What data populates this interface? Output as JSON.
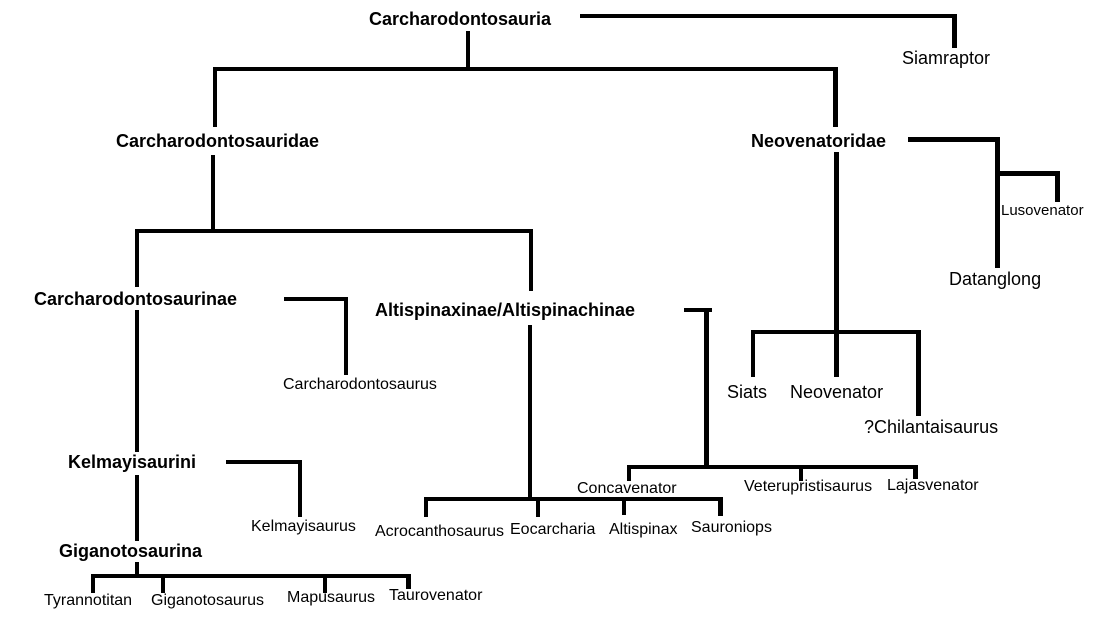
{
  "diagram": {
    "type": "cladogram",
    "subject": "Carcharodontosauria phylogenetic tree",
    "background_color": "#ffffff",
    "line_color": "#000000",
    "text_color": "#000000"
  },
  "labels": {
    "carcharodontosauria": "Carcharodontosauria",
    "siamraptor": "Siamraptor",
    "carcharodontosauridae": "Carcharodontosauridae",
    "neovenatoridae": "Neovenatoridae",
    "lusovenator": "Lusovenator",
    "datanglong": "Datanglong",
    "carcharodontosaurinae": "Carcharodontosaurinae",
    "altispinaxinae": "Altispinaxinae/Altispinachinae",
    "carcharodontosaurus": "Carcharodontosaurus",
    "siats": "Siats",
    "neovenator": "Neovenator",
    "chilantaisaurus": "?Chilantaisaurus",
    "kelmayisaurini": "Kelmayisaurini",
    "kelmayisaurus": "Kelmayisaurus",
    "concavenator": "Concavenator",
    "veterupristisaurus": "Veterupristisaurus",
    "lajasvenator": "Lajasvenator",
    "giganotosaurina": "Giganotosaurina",
    "acrocanthosaurus": "Acrocanthosaurus",
    "eocarcharia": "Eocarcharia",
    "altispinax": "Altispinax",
    "sauroniops": "Sauroniops",
    "tyrannotitan": "Tyrannotitan",
    "giganotosaurus": "Giganotosaurus",
    "mapusaurus": "Mapusaurus",
    "taurovenator": "Taurovenator"
  },
  "tree": {
    "name": "Carcharodontosauria",
    "children": [
      {
        "name": "Siamraptor"
      },
      {
        "name": "",
        "children": [
          {
            "name": "Carcharodontosauridae",
            "children": [
              {
                "name": "Carcharodontosaurinae",
                "children": [
                  {
                    "name": "Carcharodontosaurus"
                  },
                  {
                    "name": "Kelmayisaurini",
                    "children": [
                      {
                        "name": "Kelmayisaurus"
                      },
                      {
                        "name": "Giganotosaurina",
                        "children": [
                          {
                            "name": "Tyrannotitan"
                          },
                          {
                            "name": "Giganotosaurus"
                          },
                          {
                            "name": "Mapusaurus"
                          },
                          {
                            "name": "Taurovenator"
                          }
                        ]
                      }
                    ]
                  }
                ]
              },
              {
                "name": "Altispinaxinae/Altispinachinae",
                "children": [
                  {
                    "name": "",
                    "children": [
                      {
                        "name": "Acrocanthosaurus"
                      },
                      {
                        "name": "Eocarcharia"
                      },
                      {
                        "name": "Altispinax"
                      },
                      {
                        "name": "Sauroniops"
                      }
                    ]
                  },
                  {
                    "name": "",
                    "children": [
                      {
                        "name": "Concavenator"
                      },
                      {
                        "name": "Veterupristisaurus"
                      },
                      {
                        "name": "Lajasvenator"
                      }
                    ]
                  }
                ]
              }
            ]
          },
          {
            "name": "Neovenatoridae",
            "children": [
              {
                "name": "",
                "children": [
                  {
                    "name": "Siats"
                  },
                  {
                    "name": "Neovenator"
                  },
                  {
                    "name": "?Chilantaisaurus"
                  }
                ]
              },
              {
                "name": "",
                "children": [
                  {
                    "name": "Datanglong"
                  },
                  {
                    "name": "Lusovenator"
                  }
                ]
              }
            ]
          }
        ]
      }
    ]
  }
}
